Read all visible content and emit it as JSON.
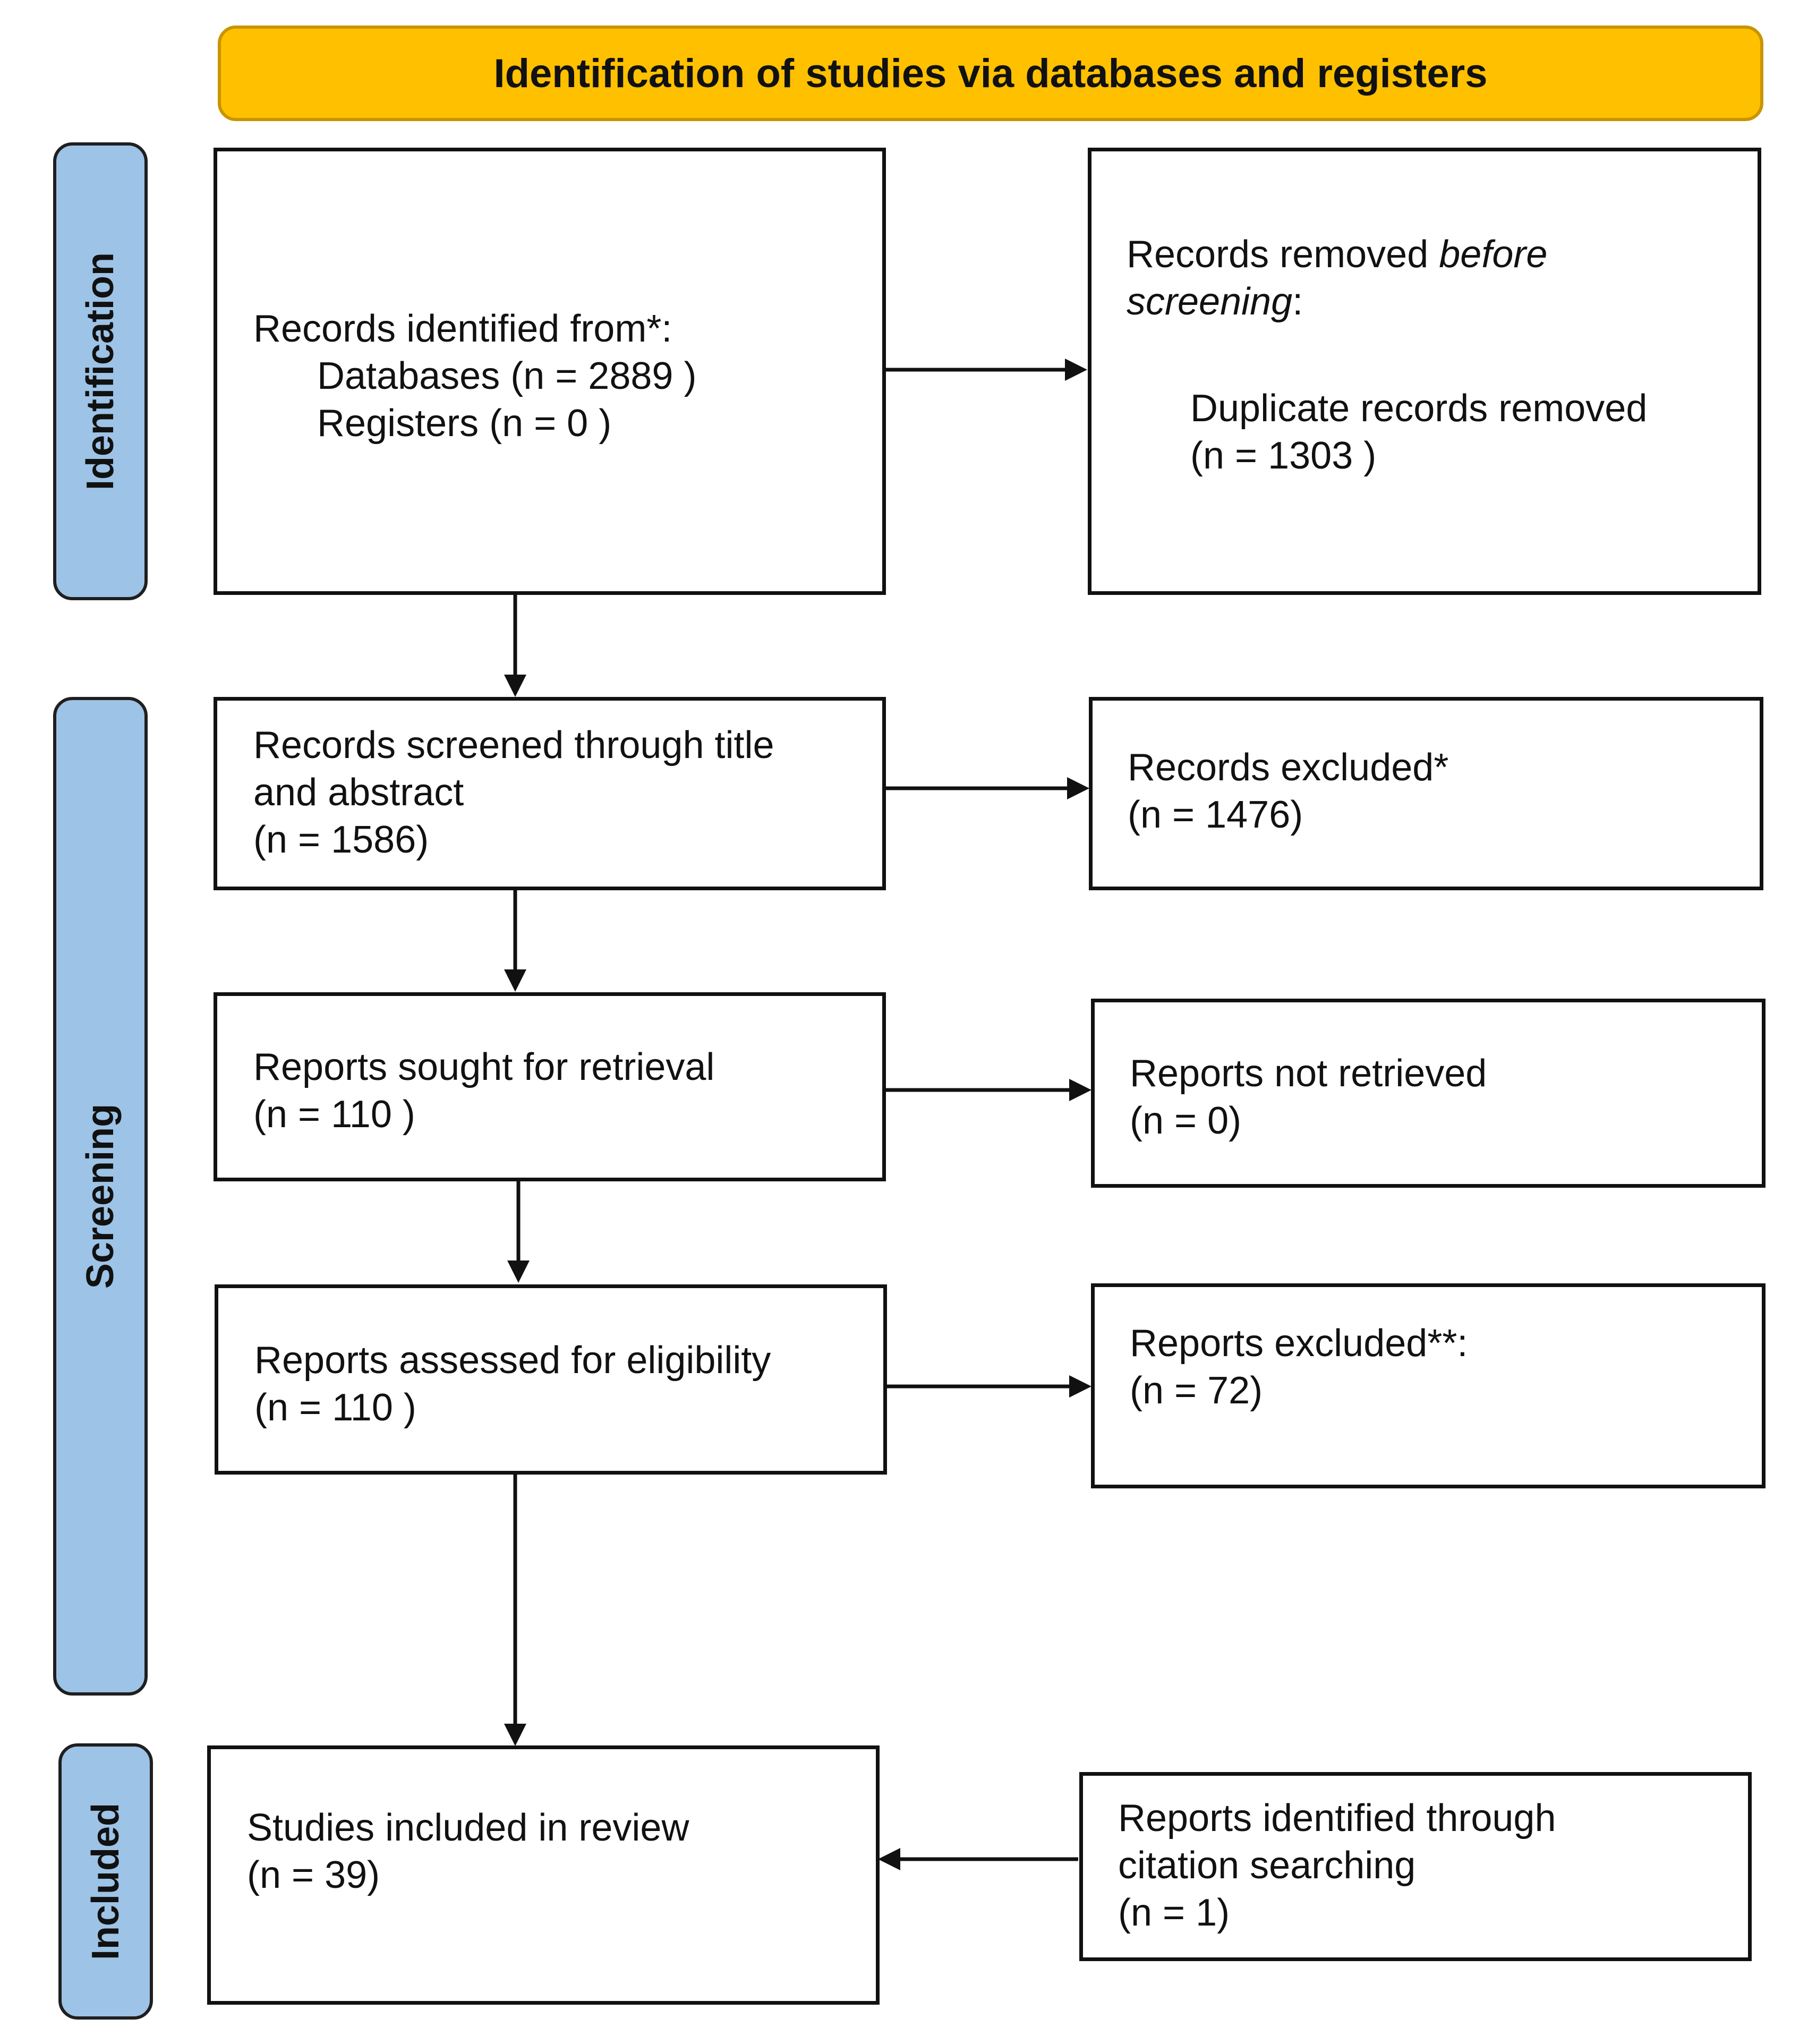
{
  "header": {
    "title": "Identification of studies via databases and registers"
  },
  "phases": {
    "identification": "Identification",
    "screening": "Screening",
    "included": "Included"
  },
  "boxes": {
    "identified": {
      "title": "Records identified from*:",
      "databases": "Databases (n = 2889 )",
      "registers": "Registers (n = 0 )"
    },
    "removed": {
      "title_prefix": "Records removed ",
      "title_em1": "before",
      "title_em2": "screening",
      "title_suffix": ":",
      "duplicates": "Duplicate records removed",
      "duplicates_n": "(n = 1303 )"
    },
    "screened": {
      "line1": "Records screened through title",
      "line2": "and abstract",
      "line3": "(n = 1586)"
    },
    "excluded": {
      "line1": "Records excluded*",
      "line2": "(n = 1476)"
    },
    "sought": {
      "line1": "Reports sought for retrieval",
      "line2": "(n = 110 )"
    },
    "not_retrieved": {
      "line1": "Reports not retrieved",
      "line2": "(n = 0)"
    },
    "assessed": {
      "line1": "Reports assessed for eligibility",
      "line2": "(n = 110 )"
    },
    "reports_excluded": {
      "line1": "Reports excluded**:",
      "line2": "(n = 72)"
    },
    "included": {
      "line1": "Studies included in review",
      "line2": "(n = 39)"
    },
    "citation": {
      "line1": "Reports identified through",
      "line2": "citation searching",
      "line3": "(n = 1)"
    }
  }
}
